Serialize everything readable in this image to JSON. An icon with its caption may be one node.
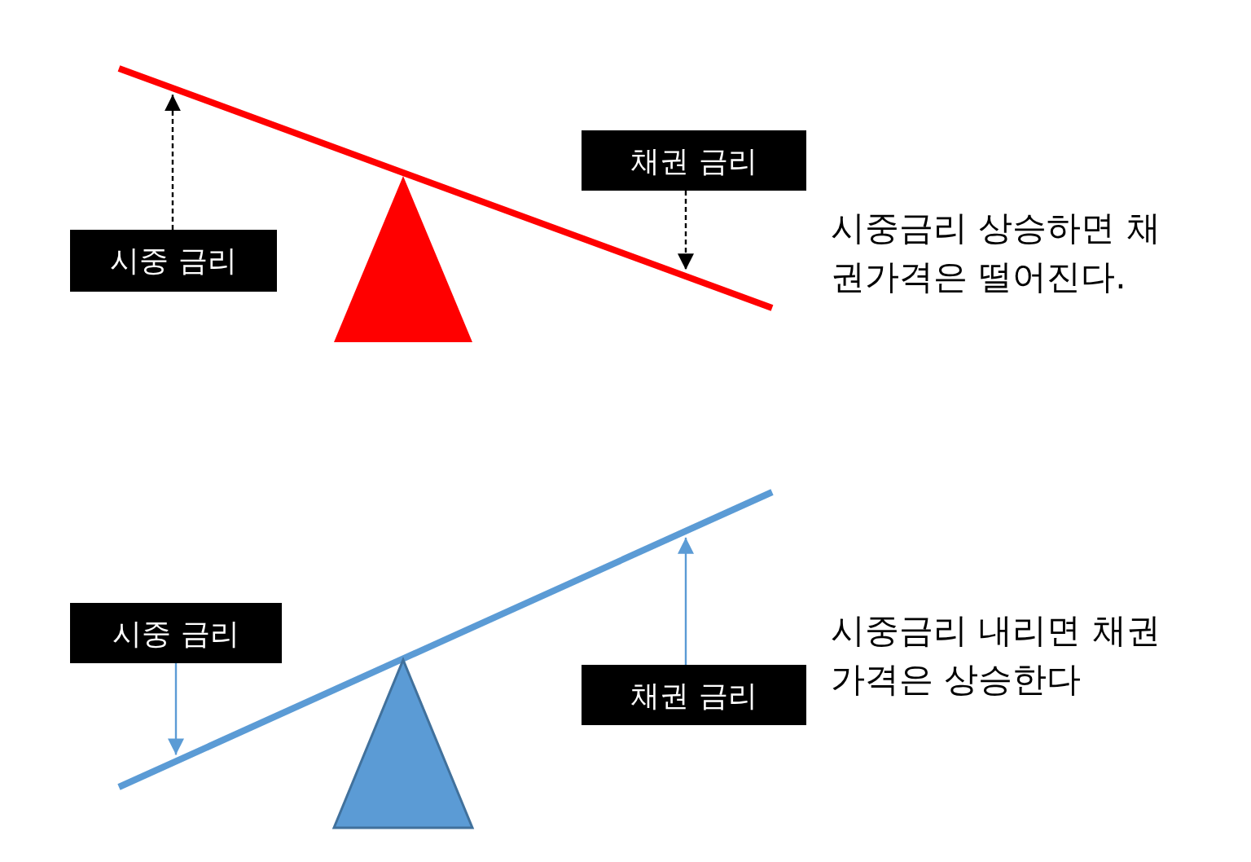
{
  "diagram": {
    "nodes": [
      {
        "text": [
          "시중 금리"
        ]
      },
      {
        "text": [
          "채권 금리"
        ]
      },
      {
        "text": [],
        "shape": "bar"
      },
      {
        "text": [
          "시중 금리"
        ]
      },
      {
        "text": [
          "채권 금리"
        ]
      },
      {
        "text": [],
        "shape": "bar"
      },
      {
        "text": [],
        "shape": "triangle"
      },
      {
        "text": [],
        "shape": "triangle"
      }
    ],
    "edges": [
      {
        "from": 0,
        "to": 2,
        "arrow": "to",
        "style": "dashed",
        "color": "#000000"
      },
      {
        "from": 1,
        "to": 2,
        "arrow": "to",
        "style": "dashed",
        "color": "#000000"
      },
      {
        "from": 3,
        "to": 5,
        "arrow": "to",
        "color": "#5b9bd5"
      },
      {
        "from": 4,
        "to": 5,
        "arrow": "to",
        "color": "#5b9bd5"
      }
    ],
    "labels": [
      "시중금리 상승하면 채권가격은 떨어진다.",
      "시중금리 내리면 채권가격은 상승한다"
    ]
  }
}
